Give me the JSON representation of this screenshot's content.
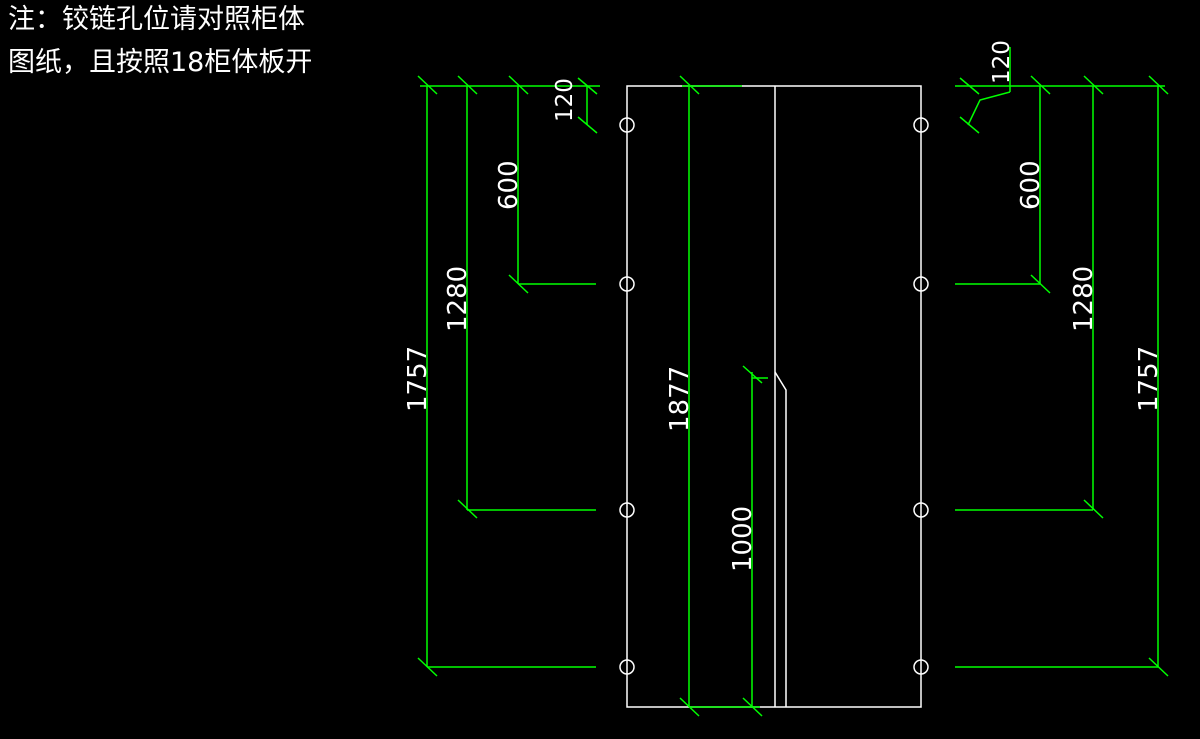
{
  "note": {
    "line1": "注：铰链孔位请对照柜体",
    "line2": "图纸，且按照18柜体板开"
  },
  "colors": {
    "background": "#000000",
    "outline": "#ffffff",
    "dimension": "#00ff00"
  },
  "dimensions": {
    "left_top": "120",
    "left_upper": "600",
    "left_middle": "1280",
    "left_full": "1757",
    "door_height": "1877",
    "handle": "1000",
    "right_top": "120",
    "right_upper": "600",
    "right_middle": "1280",
    "right_full": "1757"
  }
}
